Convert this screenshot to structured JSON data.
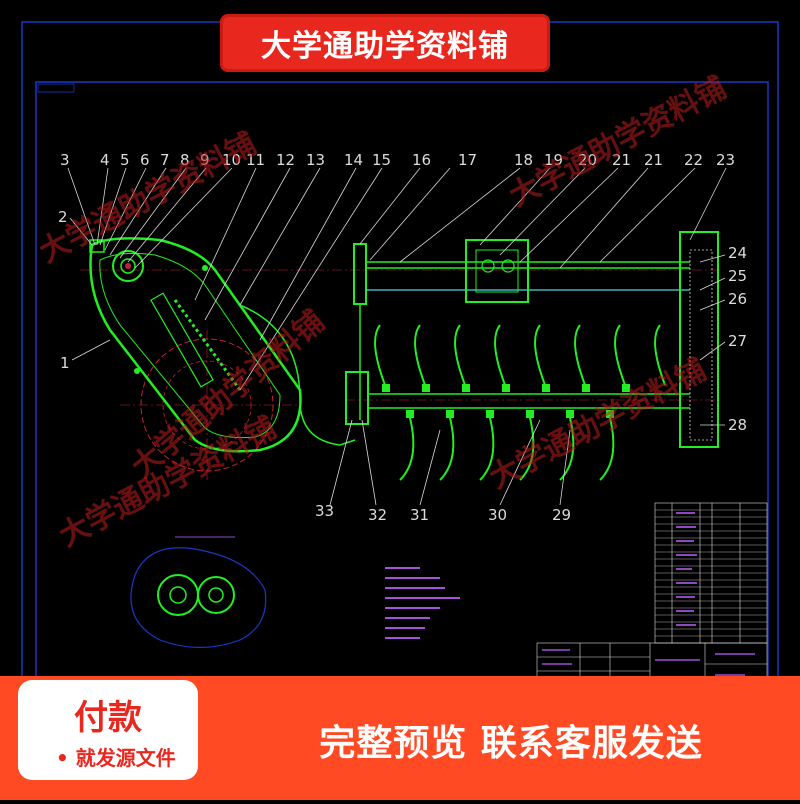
{
  "banner": {
    "title": "大学通助学资料铺"
  },
  "watermark": {
    "text": "大学通助学资料铺"
  },
  "payment": {
    "title": "付款",
    "note": "就发源文件"
  },
  "slogan": {
    "text": "完整预览  联系客服发送"
  },
  "drawing": {
    "colors": {
      "outline": "#1a39c4",
      "part": "#22ee22",
      "leader": "#d8d8d8",
      "hidden": "#c2203a",
      "note": "#c061ff",
      "shaft": "#4dd6e0"
    },
    "part_numbers_top": [
      "3",
      "4",
      "5",
      "6",
      "7",
      "8",
      "9",
      "10",
      "11",
      "12",
      "13",
      "14",
      "15",
      "16",
      "17",
      "18",
      "19",
      "20",
      "21",
      "21",
      "22",
      "23"
    ],
    "part_numbers_left": [
      "2",
      "1"
    ],
    "part_numbers_right": [
      "24",
      "25",
      "26",
      "27",
      "28"
    ],
    "part_numbers_bottom": [
      "33",
      "32",
      "31",
      "30",
      "29"
    ]
  }
}
